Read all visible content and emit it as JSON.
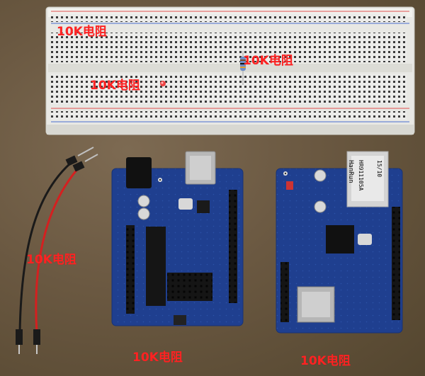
{
  "annotations": [
    "10K电阻",
    "10K电阻",
    "10K电阻",
    "10K电阻",
    "10K电阻",
    "10K电阻"
  ],
  "components": {
    "breadboard": {
      "name": "breadboard"
    },
    "jumper_wires": {
      "colors": [
        "#1a1a1a",
        "#d42020"
      ]
    },
    "arduino_uno": {
      "board_color": "#1f3f8f"
    },
    "ethernet_shield": {
      "board_color": "#1f3f8f",
      "jack_brand": "HanRun",
      "jack_model": "HR911105A",
      "jack_date": "15/10"
    }
  },
  "colors": {
    "annotation": "#ff2222",
    "board_blue": "#1f3f8f",
    "breadboard": "#eeeeea"
  }
}
